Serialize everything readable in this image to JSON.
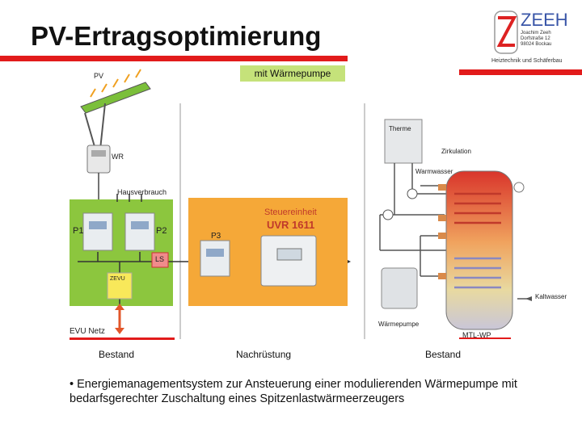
{
  "title": "PV-Ertragsoptimierung",
  "subtitle": "mit Wärmepumpe",
  "logo": {
    "brand": "ZEEH",
    "address_lines": [
      "Joachim Zeeh",
      "Dorfstraße 12",
      "98024 Bockau"
    ],
    "tagline": "Heiztechnik und Schäferbau"
  },
  "diagram": {
    "pv": "PV",
    "wr": "WR",
    "hausverbrauch": "Hausverbrauch",
    "p1": "P1",
    "p2": "P2",
    "p3": "P3",
    "ls": "LS",
    "zevu": "ZEVU",
    "evu_netz": "EVU Netz",
    "steuereinheit": "Steuereinheit",
    "uvr": "UVR 1611",
    "therme": "Therme",
    "zirkulation": "Zirkulation",
    "warmwasser": "Warmwasser",
    "kaltwasser": "Kaltwasser",
    "waermepumpe": "Wärmepumpe",
    "mtl_wp": "MTL-WP"
  },
  "columns": [
    "Bestand",
    "Nachrüstung",
    "Bestand"
  ],
  "bullet": "• Energiemanagementsystem zur Ansteuerung einer modulierenden Wärmepumpe mit bedarfsgerechter Zuschaltung eines Spitzenlastwärmeerzeugers",
  "colors": {
    "accent_red": "#e21b1b",
    "green_panel": "#8cc63e",
    "orange_panel": "#f5a838",
    "subtitle_bg": "#c5e27a"
  }
}
